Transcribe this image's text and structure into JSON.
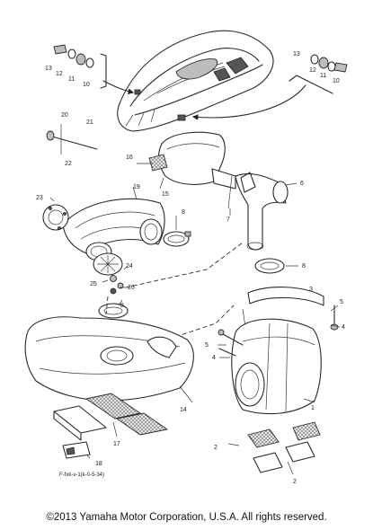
{
  "diagram": {
    "callouts": [
      {
        "id": "c13a",
        "text": "13"
      },
      {
        "id": "c12a",
        "text": "12"
      },
      {
        "id": "c11a",
        "text": "11"
      },
      {
        "id": "c10a",
        "text": "10"
      },
      {
        "id": "c13b",
        "text": "13"
      },
      {
        "id": "c12b",
        "text": "12"
      },
      {
        "id": "c11b",
        "text": "11"
      },
      {
        "id": "c10b",
        "text": "10"
      },
      {
        "id": "c20",
        "text": "20"
      },
      {
        "id": "c21",
        "text": "21"
      },
      {
        "id": "c22",
        "text": "22"
      },
      {
        "id": "c16",
        "text": "16"
      },
      {
        "id": "c15",
        "text": "15"
      },
      {
        "id": "c7",
        "text": "7"
      },
      {
        "id": "c6",
        "text": "6"
      },
      {
        "id": "c23",
        "text": "23"
      },
      {
        "id": "c19",
        "text": "19"
      },
      {
        "id": "c8a",
        "text": "8"
      },
      {
        "id": "c24",
        "text": "24"
      },
      {
        "id": "c25",
        "text": "25"
      },
      {
        "id": "c26",
        "text": "26"
      },
      {
        "id": "c8b",
        "text": "8"
      },
      {
        "id": "c8c",
        "text": "8"
      },
      {
        "id": "c3",
        "text": "3"
      },
      {
        "id": "c5a",
        "text": "5"
      },
      {
        "id": "c4a",
        "text": "4"
      },
      {
        "id": "c5b",
        "text": "5"
      },
      {
        "id": "c4b",
        "text": "4"
      },
      {
        "id": "c14",
        "text": "14"
      },
      {
        "id": "c1",
        "text": "1"
      },
      {
        "id": "c17",
        "text": "17"
      },
      {
        "id": "c18",
        "text": "18"
      },
      {
        "id": "c2a",
        "text": "2"
      },
      {
        "id": "c2b",
        "text": "2"
      }
    ],
    "figure_code": "F-fxk-v-1(k-0-5-34)"
  },
  "footer": {
    "copyright": "©2013 Yamaha Motor Corporation, U.S.A. All rights reserved."
  }
}
